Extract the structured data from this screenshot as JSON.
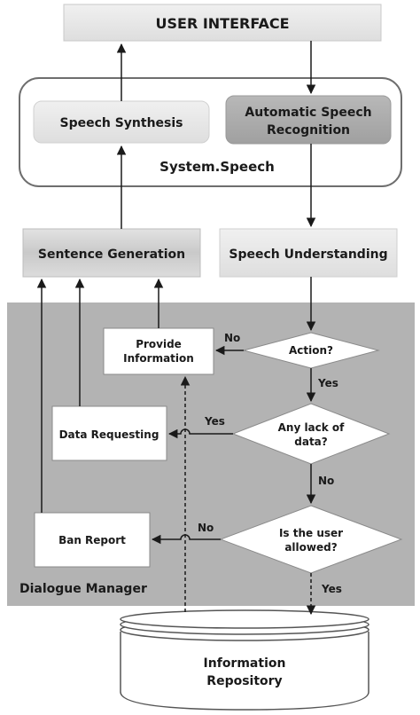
{
  "nodes": {
    "user_interface": "USER INTERFACE",
    "speech_synthesis": "Speech Synthesis",
    "asr_line1": "Automatic Speech",
    "asr_line2": "Recognition",
    "system_speech": "System.Speech",
    "sentence_generation": "Sentence Generation",
    "speech_understanding": "Speech Understanding",
    "provide_info_line1": "Provide",
    "provide_info_line2": "Information",
    "action_decision": "Action?",
    "data_requesting": "Data Requesting",
    "lack_line1": "Any lack of",
    "lack_line2": "data?",
    "ban_report": "Ban Report",
    "allowed_line1": "Is the user",
    "allowed_line2": "allowed?",
    "dialogue_manager": "Dialogue Manager",
    "repo_line1": "Information",
    "repo_line2": "Repository"
  },
  "edges": {
    "action_no": "No",
    "action_yes": "Yes",
    "lack_yes": "Yes",
    "lack_no": "No",
    "allowed_no": "No",
    "allowed_yes": "Yes"
  },
  "colors": {
    "dialogue_bg": "#b3b3b3",
    "box_light": "#e6e6e6",
    "box_mid": "#cfcfcf",
    "box_dark": "#a9a9a9",
    "line": "#1a1a1a"
  }
}
